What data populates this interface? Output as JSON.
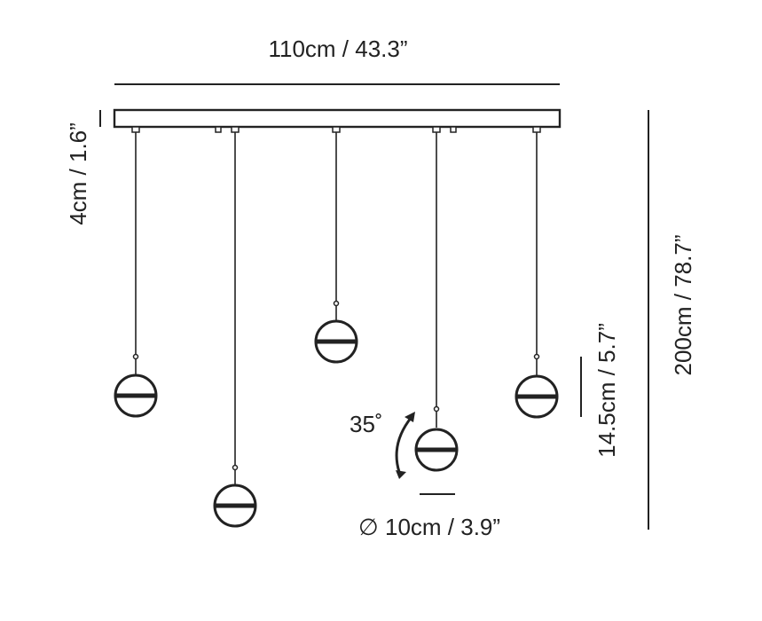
{
  "dimensions": {
    "total_width": "110cm / 43.3”",
    "canopy_height": "4cm / 1.6”",
    "total_height": "200cm / 78.7”",
    "pendant_height": "14.5cm / 5.7”",
    "pendant_diameter": "10cm / 3.9”",
    "diameter_symbol": "∅",
    "tilt_angle": "35˚"
  }
}
